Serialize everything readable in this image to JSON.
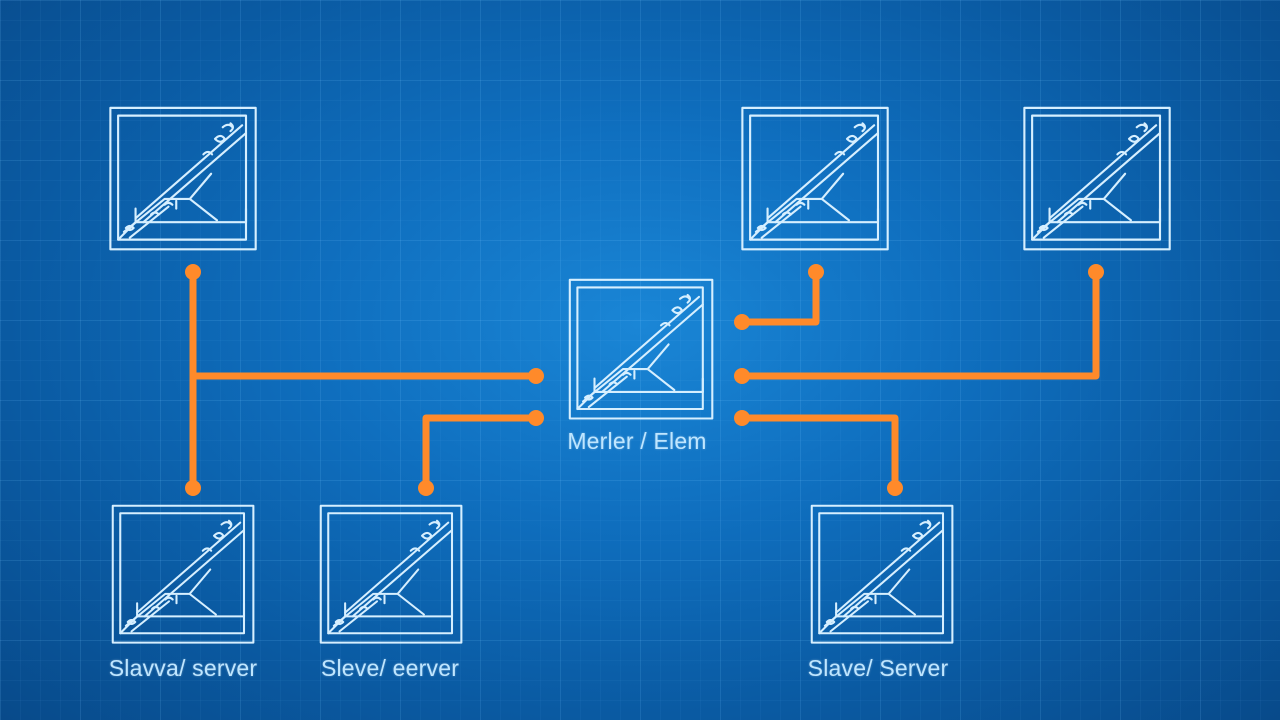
{
  "labels": {
    "master": "Merler / Elem",
    "slave_left": "Slavva/ server",
    "slave_mid": "Sleve/ eerver",
    "slave_right": "Slave/ Server"
  },
  "colors": {
    "background": "#0f6fbf",
    "connector": "#ff8a2a",
    "outline": "#d6efff"
  }
}
